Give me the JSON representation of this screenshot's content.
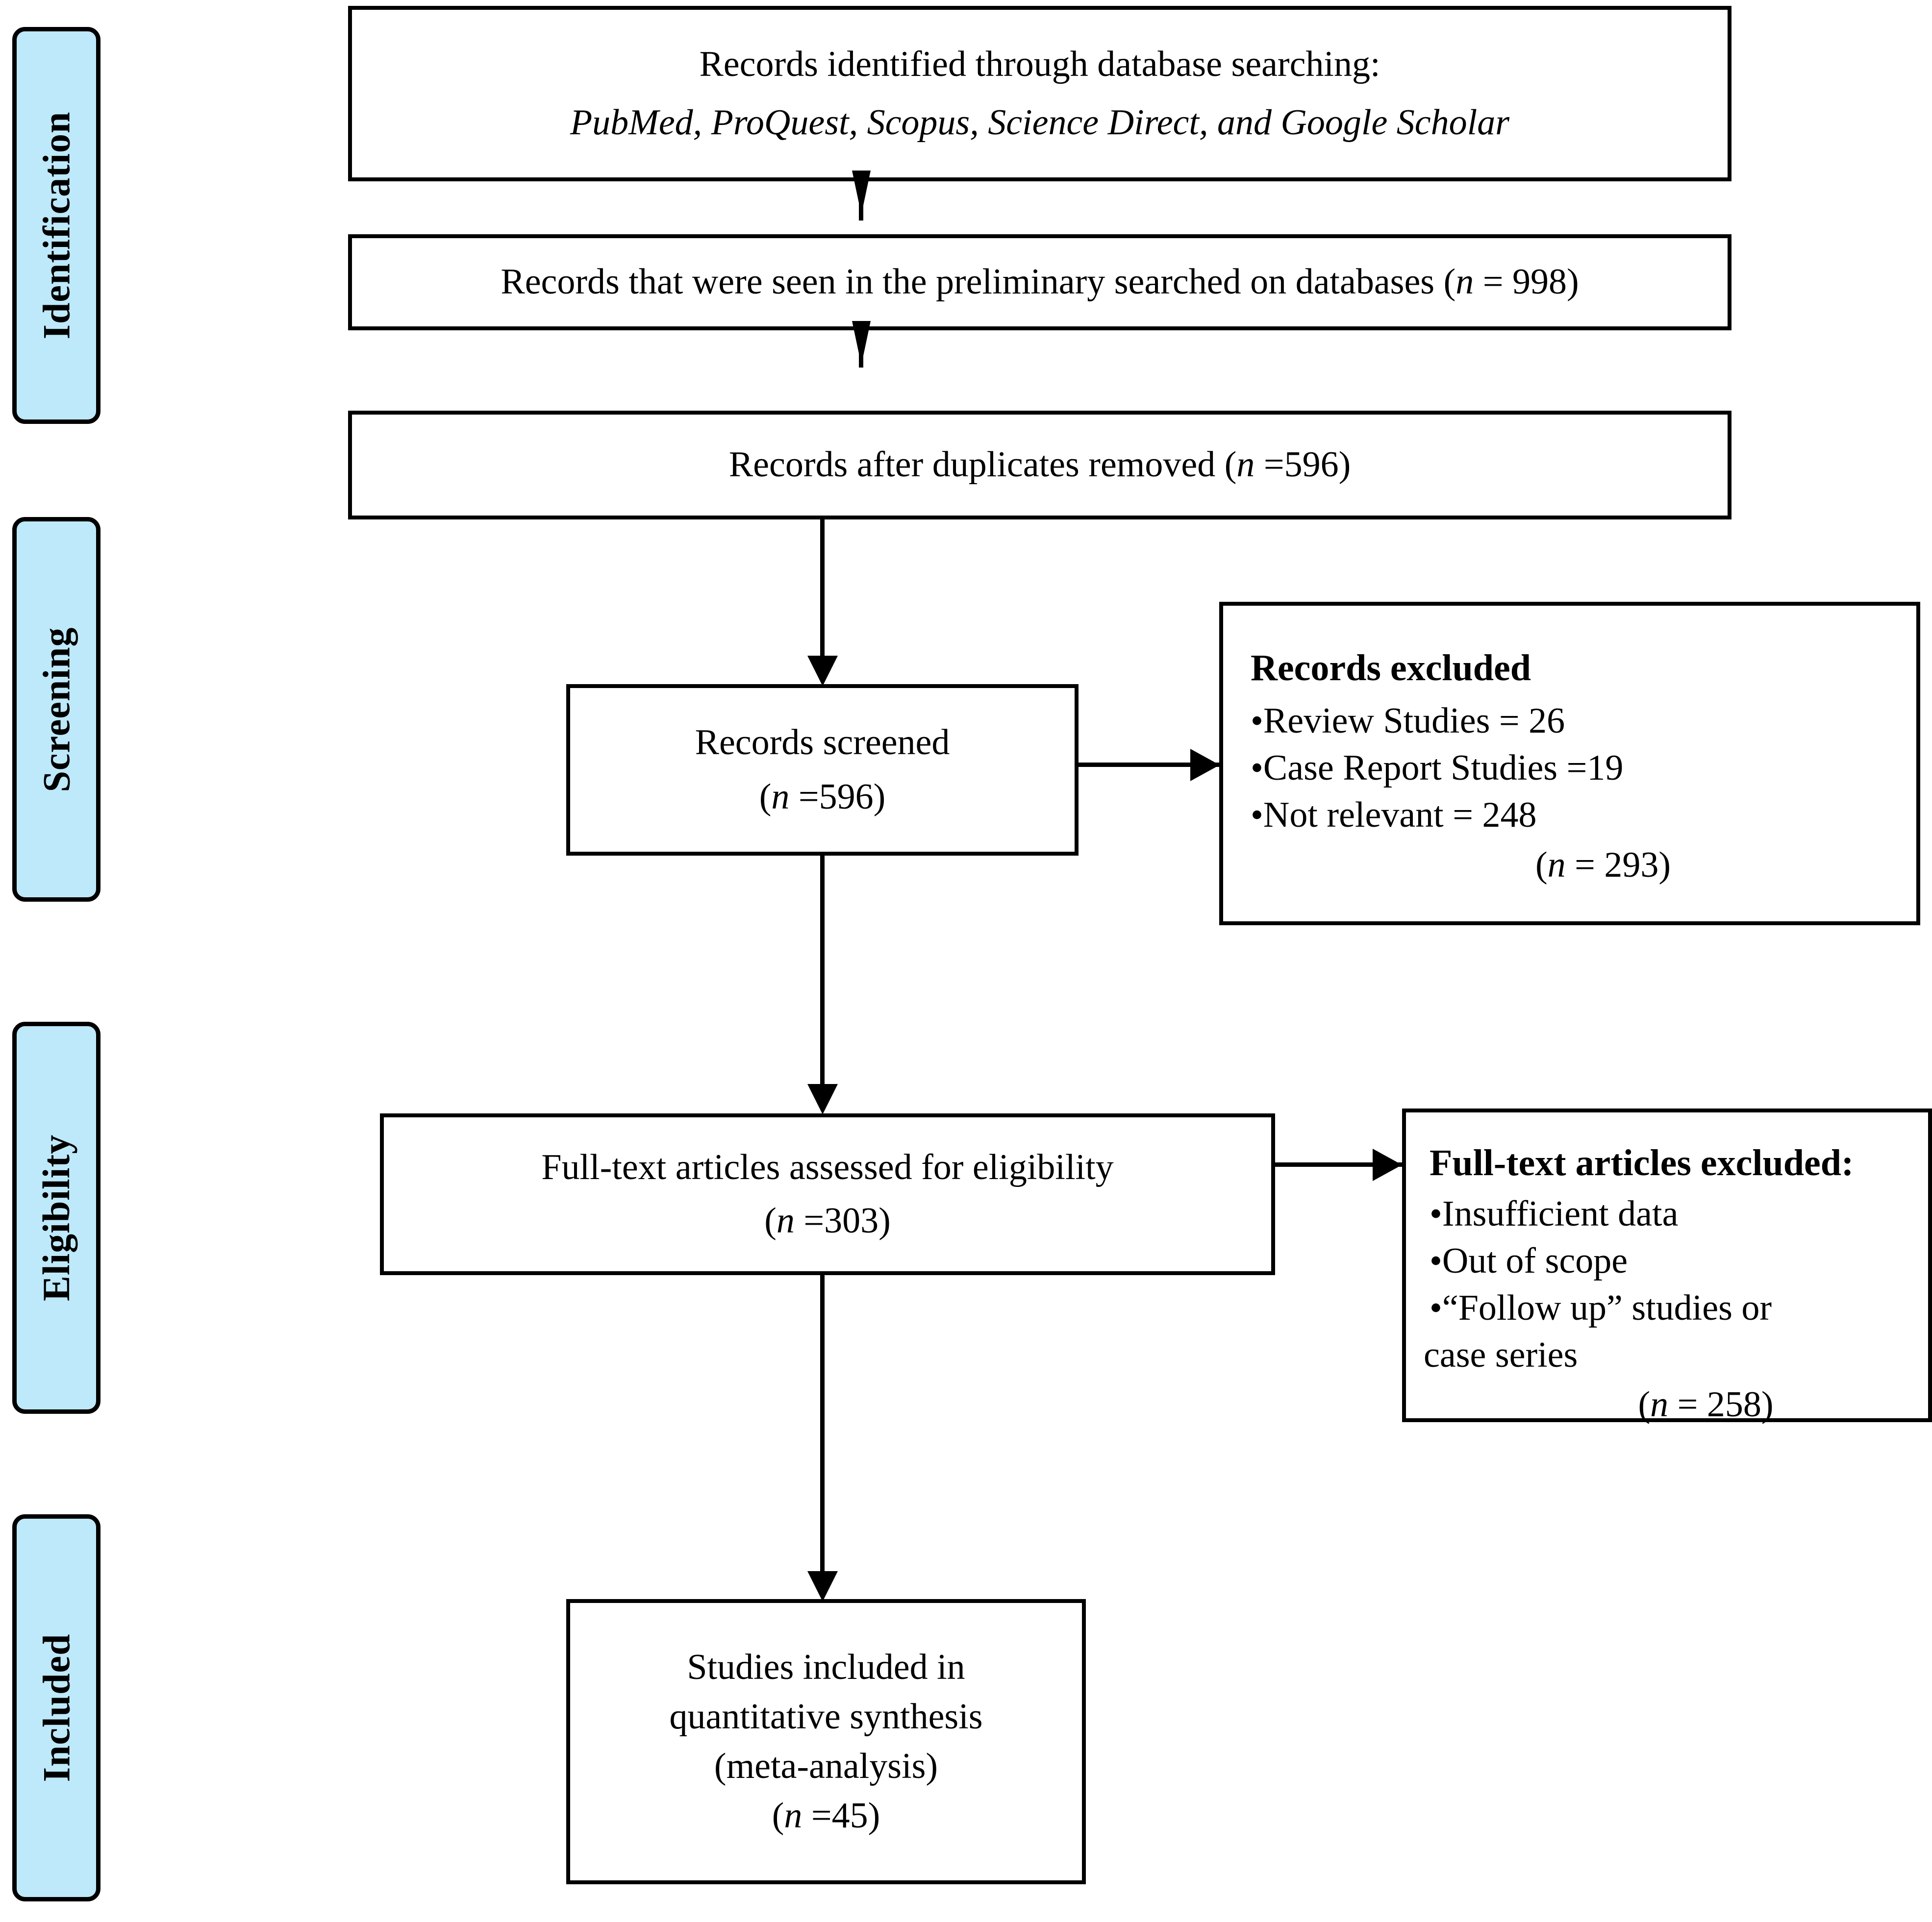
{
  "diagram": {
    "title": "PRISMA flow diagram",
    "colors": {
      "stage_label_fill": "#bde9fa",
      "border": "#000000",
      "box_fill": "#ffffff"
    }
  },
  "stages": [
    {
      "label": "Identification"
    },
    {
      "label": "Screening"
    },
    {
      "label": "Eligibility"
    },
    {
      "label": "Included"
    }
  ],
  "boxes": {
    "identified": {
      "line1": "Records identified through  database searching:",
      "line2": "PubMed, ProQuest, Scopus, Science Direct, and Google Scholar"
    },
    "preliminary": {
      "line1_pre": "Records that were seen in the preliminary searched on databases (",
      "line1_n": "n",
      "line1_post": " = 998)"
    },
    "duplicates_removed": {
      "line1_pre": "Records after duplicates removed (",
      "line1_n": "n",
      "line1_post": " =596)"
    },
    "records_screened": {
      "line1": "Records screened",
      "line2_pre": "(",
      "line2_n": "n",
      "line2_post": " =596)"
    },
    "records_excluded": {
      "heading": "Records excluded",
      "bullets": [
        "Review Studies = 26",
        "Case Report Studies  =19",
        "Not relevant = 248"
      ],
      "total_pre": "(",
      "total_n": "n",
      "total_post": " = 293)"
    },
    "fulltext_assessed": {
      "line1": "Full-text articles assessed for  eligibility",
      "line2_pre": "(",
      "line2_n": "n",
      "line2_post": " =303)"
    },
    "fulltext_excluded": {
      "heading": "Full-text articles excluded:",
      "bullets": [
        "Insufficient data",
        "Out of scope",
        "“Follow up” studies or"
      ],
      "bullet3_wrap": "case series",
      "total_pre": "(",
      "total_n": "n",
      "total_post": " = 258)"
    },
    "included_studies": {
      "line1": "Studies included in",
      "line2": "quantitative synthesis",
      "line3": "(meta-analysis)",
      "line4_pre": "(",
      "line4_n": "n",
      "line4_post": " =45)"
    }
  },
  "chart_data": {
    "type": "flowchart",
    "title": "PRISMA study selection flow",
    "nodes": [
      {
        "id": "identified",
        "stage": "Identification",
        "label": "Records identified through database searching: PubMed, ProQuest, Scopus, Science Direct, and Google Scholar",
        "n": null
      },
      {
        "id": "preliminary",
        "stage": "Identification",
        "label": "Records that were seen in the preliminary searched on databases",
        "n": 998
      },
      {
        "id": "duplicates_removed",
        "stage": "Identification",
        "label": "Records after duplicates removed",
        "n": 596
      },
      {
        "id": "records_screened",
        "stage": "Screening",
        "label": "Records screened",
        "n": 596
      },
      {
        "id": "records_excluded",
        "stage": "Screening",
        "label": "Records excluded",
        "n": 293,
        "breakdown": [
          {
            "reason": "Review Studies",
            "count": 26
          },
          {
            "reason": "Case Report Studies",
            "count": 19
          },
          {
            "reason": "Not relevant",
            "count": 248
          }
        ]
      },
      {
        "id": "fulltext_assessed",
        "stage": "Eligibility",
        "label": "Full-text articles assessed for eligibility",
        "n": 303
      },
      {
        "id": "fulltext_excluded",
        "stage": "Eligibility",
        "label": "Full-text articles excluded",
        "n": 258,
        "breakdown": [
          {
            "reason": "Insufficient data",
            "count": null
          },
          {
            "reason": "Out of scope",
            "count": null
          },
          {
            "reason": "“Follow up” studies or case series",
            "count": null
          }
        ]
      },
      {
        "id": "included_studies",
        "stage": "Included",
        "label": "Studies included in quantitative synthesis (meta-analysis)",
        "n": 45
      }
    ],
    "edges": [
      {
        "from": "identified",
        "to": "preliminary",
        "direction": "down"
      },
      {
        "from": "preliminary",
        "to": "duplicates_removed",
        "direction": "down"
      },
      {
        "from": "duplicates_removed",
        "to": "records_screened",
        "direction": "down"
      },
      {
        "from": "records_screened",
        "to": "records_excluded",
        "direction": "right"
      },
      {
        "from": "records_screened",
        "to": "fulltext_assessed",
        "direction": "down"
      },
      {
        "from": "fulltext_assessed",
        "to": "fulltext_excluded",
        "direction": "right"
      },
      {
        "from": "fulltext_assessed",
        "to": "included_studies",
        "direction": "down"
      }
    ]
  }
}
